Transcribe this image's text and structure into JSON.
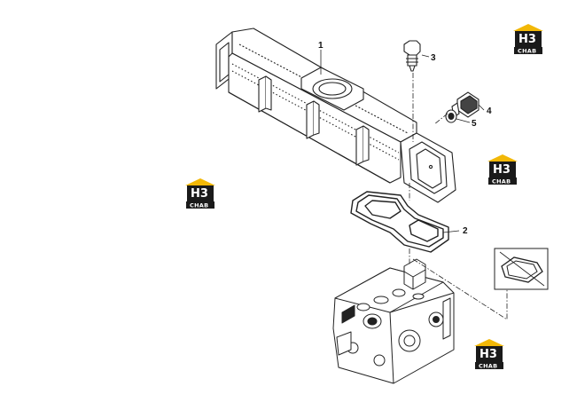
{
  "callouts": [
    {
      "id": "1",
      "label": "1"
    },
    {
      "id": "2",
      "label": "2"
    },
    {
      "id": "3",
      "label": "3"
    },
    {
      "id": "4",
      "label": "4"
    },
    {
      "id": "5",
      "label": "5"
    }
  ],
  "watermark": {
    "logo_text": "H3",
    "sub_text": "CHAB",
    "colors": {
      "roof": "#f2b807",
      "box": "#1a1a1a",
      "text": "#ffffff"
    }
  }
}
